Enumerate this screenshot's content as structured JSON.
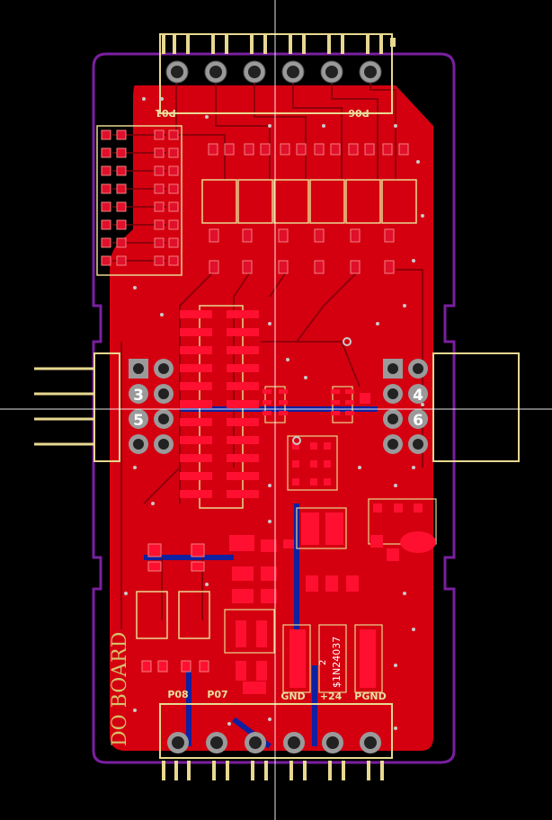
{
  "board": {
    "name": "DO BOARD",
    "colors": {
      "background": "#000000",
      "outline": "#7a1fa0",
      "copper_top": "#d40010",
      "copper_bottom": "#1020a0",
      "silkscreen": "#e8d890",
      "pad": "#9a9a9a",
      "crosshair": "#ffffff"
    }
  },
  "labels": {
    "p01": "P01",
    "p06": "P06",
    "p08": "P08",
    "p07": "P07",
    "gnd": "GND",
    "plus24": "+24",
    "pgnd": "PGND",
    "diode": "$1N24037",
    "diode_pin": "2",
    "pad3": "3",
    "pad4": "4",
    "pad5": "5",
    "pad6": "6"
  },
  "elements": {
    "top_connector_pins": 6,
    "bottom_connector_pins": 6,
    "relay_count": 6,
    "optocoupler_count": 2
  }
}
